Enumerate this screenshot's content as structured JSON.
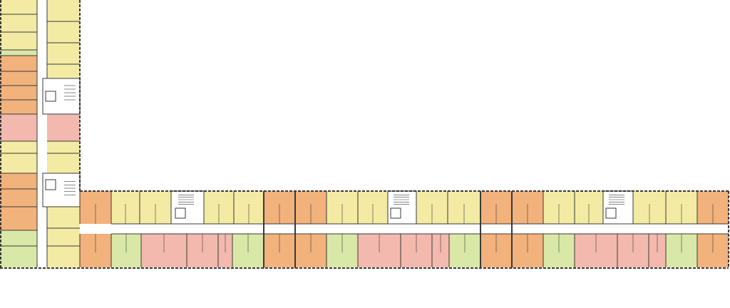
{
  "colors": {
    "background": "#ffffff",
    "wall": "#3a3a3a",
    "corridor": "#ffffff",
    "unit_green": "#d9e8a6",
    "unit_yellow": "#f3eba3",
    "unit_orange": "#f2b27c",
    "unit_pink": "#f3b9ae",
    "core_fill": "#ffffff"
  },
  "apartments": [
    {
      "tone": "green"
    },
    {
      "tone": "yellow"
    },
    {
      "tone": "orange"
    },
    {
      "tone": "pink"
    }
  ],
  "cores": [
    {
      "name": "core-west-1"
    },
    {
      "name": "core-west-2"
    },
    {
      "name": "core-south-1"
    },
    {
      "name": "core-south-2"
    },
    {
      "name": "core-south-3"
    }
  ]
}
